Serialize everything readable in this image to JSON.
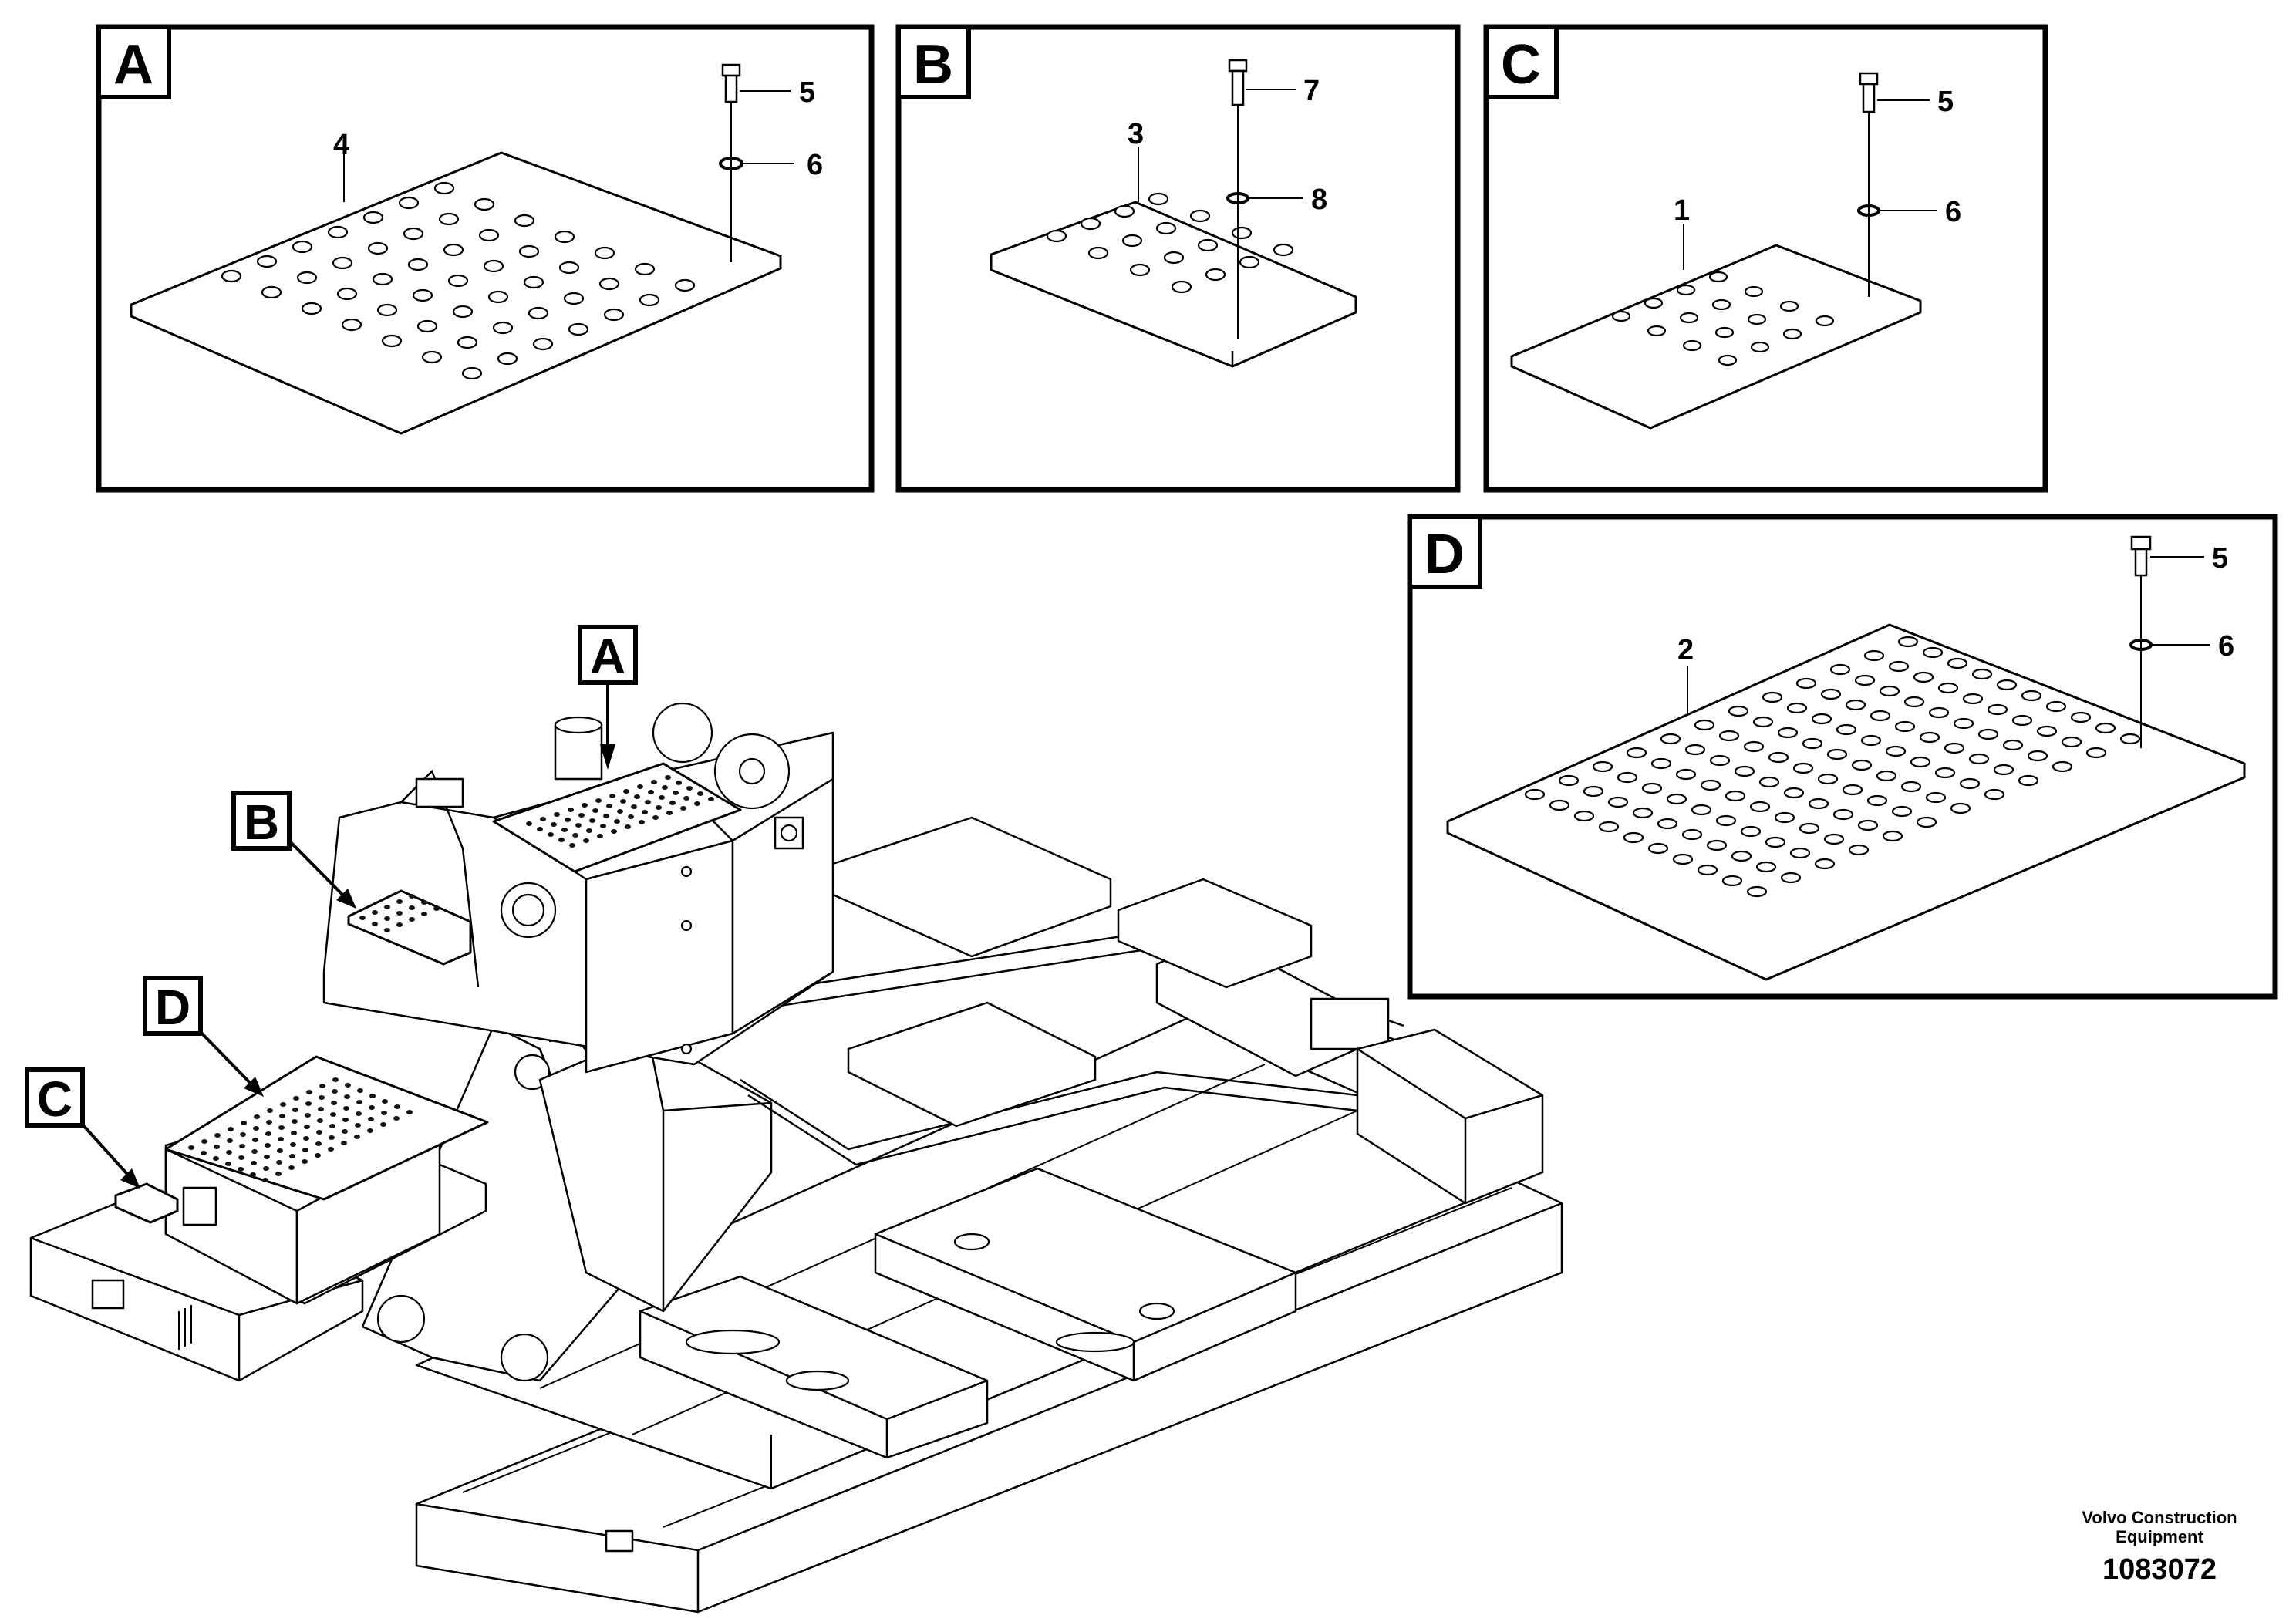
{
  "details": [
    {
      "label": "A",
      "part": "4",
      "bolt": "5",
      "washer": "6"
    },
    {
      "label": "B",
      "part": "3",
      "bolt": "7",
      "washer": "8"
    },
    {
      "label": "C",
      "part": "1",
      "bolt": "5",
      "washer": "6"
    },
    {
      "label": "D",
      "part": "2",
      "bolt": "5",
      "washer": "6"
    }
  ],
  "callouts": {
    "a": "A",
    "b": "B",
    "c": "C",
    "d": "D"
  },
  "footer": {
    "company_line1": "Volvo Construction",
    "company_line2": "Equipment",
    "drawing_number": "1083072"
  }
}
